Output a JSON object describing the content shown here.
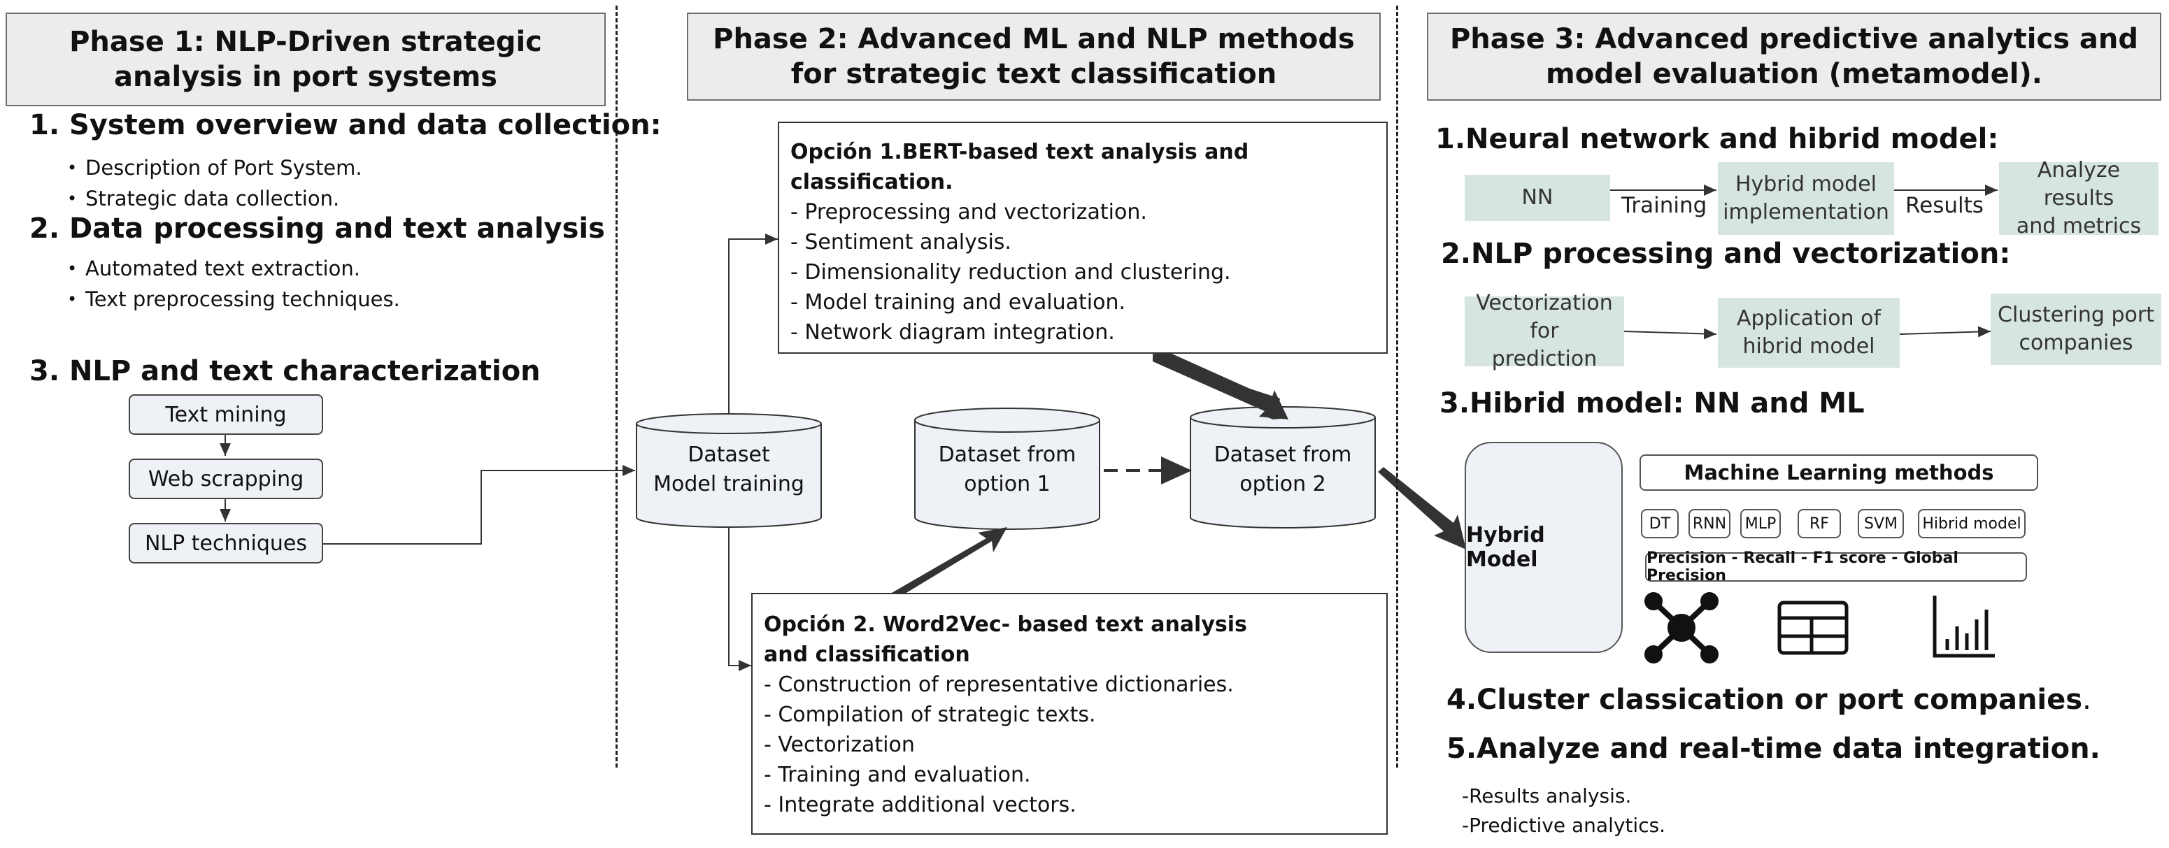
{
  "phase1": {
    "header": "Phase 1: NLP-Driven strategic analysis in port systems",
    "s1_title": "1. System overview and data collection:",
    "s1_items": [
      "Description of Port System.",
      "Strategic data collection."
    ],
    "s2_title": "2. Data processing and text analysis",
    "s2_items": [
      "Automated text extraction.",
      "Text preprocessing techniques."
    ],
    "s3_title": "3. NLP and text characterization",
    "flow": [
      "Text mining",
      "Web scrapping",
      "NLP techniques"
    ]
  },
  "phase2": {
    "header": "Phase 2: Advanced ML and NLP methods for strategic text classification",
    "option1": {
      "title": "Opción 1.BERT-based text analysis and classification.",
      "lines": [
        "- Preprocessing and vectorization.",
        "- Sentiment analysis.",
        "- Dimensionality reduction and clustering.",
        "- Model training and evaluation.",
        "- Network diagram integration."
      ]
    },
    "option2": {
      "title": "Opción 2. Word2Vec- based text analysis and classification",
      "lines": [
        "- Construction of representative dictionaries.",
        "- Compilation of strategic texts.",
        "- Vectorization",
        "- Training and evaluation.",
        "- Integrate additional vectors."
      ]
    },
    "datasets": {
      "training": [
        "Dataset",
        "Model training"
      ],
      "opt1": [
        "Dataset from",
        "option 1"
      ],
      "opt2": [
        "Dataset from",
        "option 2"
      ]
    }
  },
  "phase3": {
    "header": "Phase 3: Advanced predictive analytics and model evaluation (metamodel).",
    "s1_title": "1.Neural network  and hibrid model:",
    "s1_flow": {
      "nn": "NN",
      "training_label": "Training",
      "hybrid": [
        "Hybrid model",
        "implementation"
      ],
      "results_label": "Results",
      "analyze": [
        "Analyze results",
        "and metrics"
      ]
    },
    "s2_title": "2.NLP processing and vectorization:",
    "s2_flow": {
      "vector": [
        "Vectorization for",
        "prediction"
      ],
      "application": [
        "Application of",
        "hibrid model"
      ],
      "clustering": [
        "Clustering port",
        "companies"
      ]
    },
    "s3_title": "3.Hibrid model: NN and ML",
    "hybrid_model": "Hybrid Model",
    "ml_title": "Machine Learning methods",
    "ml_methods": [
      "DT",
      "RNN",
      "MLP",
      "RF",
      "SVM",
      "Hibrid model"
    ],
    "metrics": "Precision - Recall - F1 score - Global Precision",
    "icons": [
      "network-icon",
      "table-icon",
      "bar-chart-icon"
    ],
    "s4_title": "4.Cluster classication or port companies",
    "s4_dot": ".",
    "s5_title": "5.Analyze and real-time data integration.",
    "s5_items": [
      "-Results analysis.",
      "-Predictive analytics."
    ]
  },
  "colors": {
    "accent_green": "#d6e6de",
    "header_gray": "#ececec",
    "cylinder": "#eef1f5"
  }
}
